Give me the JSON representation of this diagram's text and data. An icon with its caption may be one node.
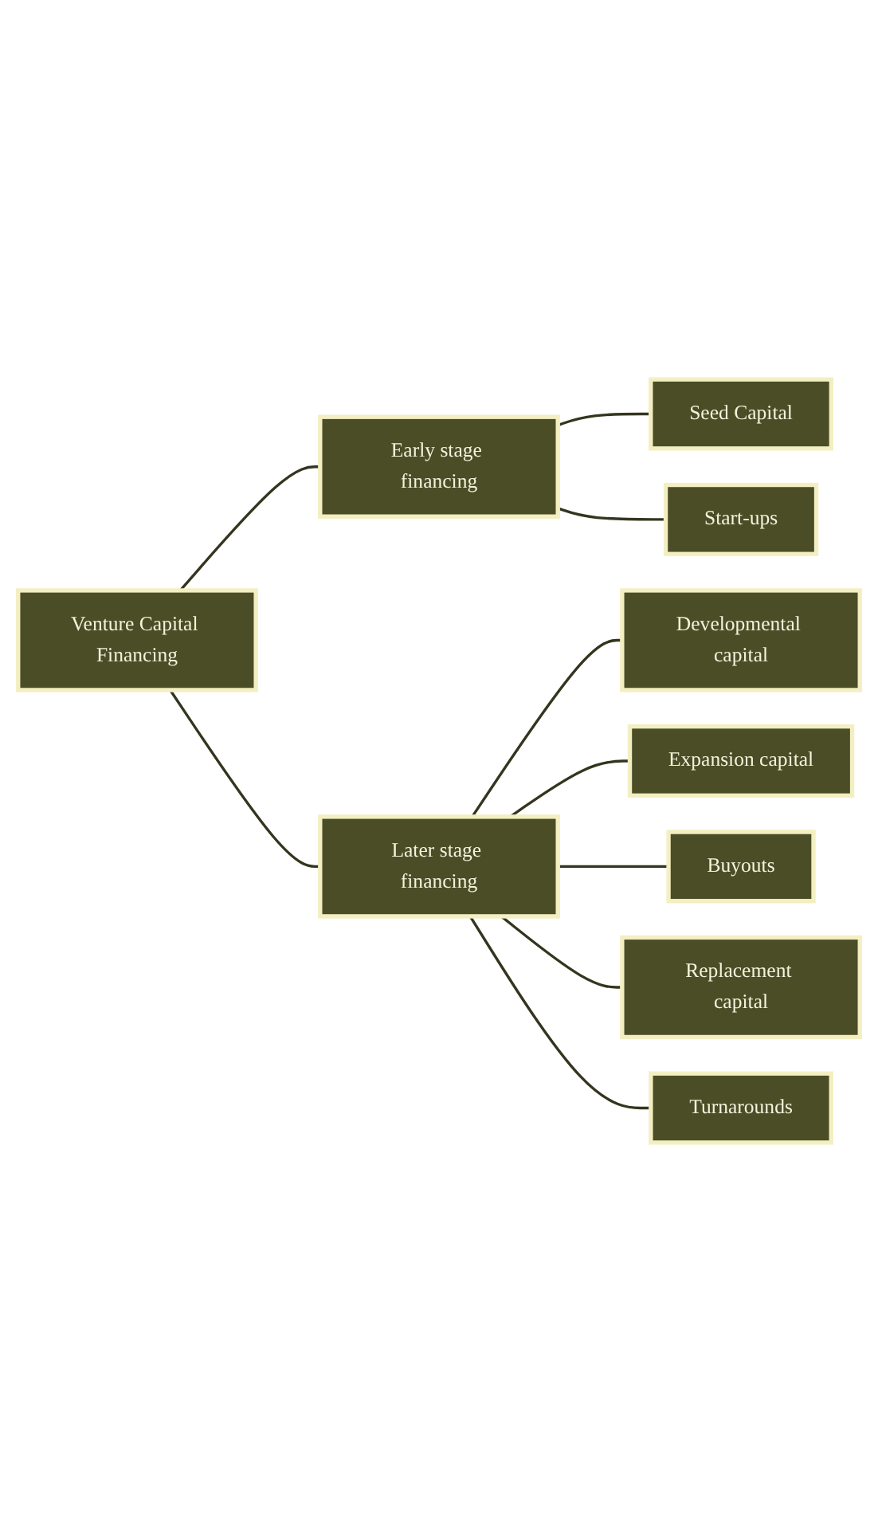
{
  "diagram": {
    "nodes": [
      {
        "text": [
          "Venture Capital Financing"
        ]
      },
      {
        "text": [
          "Early stage financing"
        ]
      },
      {
        "text": [
          "Later stage financing"
        ]
      },
      {
        "text": [
          "Seed Capital"
        ]
      },
      {
        "text": [
          "Start-ups"
        ]
      },
      {
        "text": [
          "Developmental capital"
        ]
      },
      {
        "text": [
          "Expansion capital"
        ]
      },
      {
        "text": [
          "Buyouts"
        ]
      },
      {
        "text": [
          "Replacement capital"
        ]
      },
      {
        "text": [
          "Turnarounds"
        ]
      }
    ],
    "edges": [
      {
        "from": 0,
        "to": 1,
        "arrow": "none"
      },
      {
        "from": 0,
        "to": 2,
        "arrow": "none"
      },
      {
        "from": 1,
        "to": 3,
        "arrow": "none"
      },
      {
        "from": 1,
        "to": 4,
        "arrow": "none"
      },
      {
        "from": 2,
        "to": 5,
        "arrow": "none"
      },
      {
        "from": 2,
        "to": 6,
        "arrow": "none"
      },
      {
        "from": 2,
        "to": 7,
        "arrow": "none"
      },
      {
        "from": 2,
        "to": 8,
        "arrow": "none"
      },
      {
        "from": 2,
        "to": 9,
        "arrow": "none"
      }
    ]
  }
}
